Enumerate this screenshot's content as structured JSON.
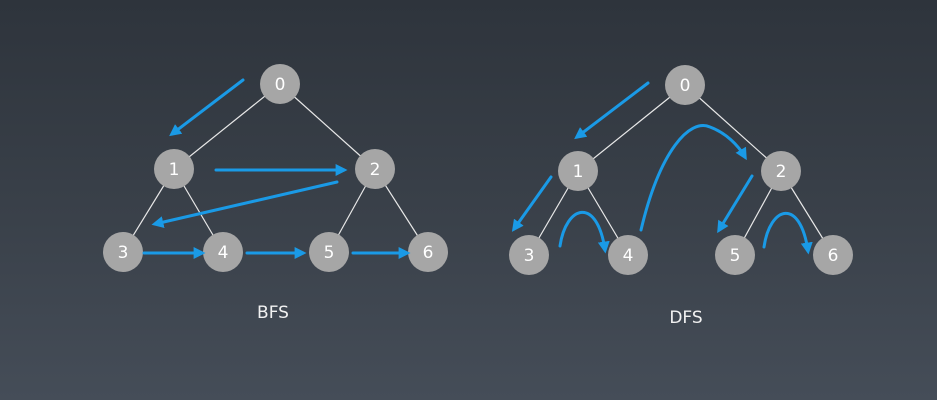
{
  "colors": {
    "node": "#a6a6a6",
    "edge": "#e8e8e8",
    "arrow": "#1a9ae6",
    "caption": "#f2f2f2"
  },
  "bfs": {
    "caption": "BFS",
    "nodes": [
      "0",
      "1",
      "2",
      "3",
      "4",
      "5",
      "6"
    ]
  },
  "dfs": {
    "caption": "DFS",
    "nodes": [
      "0",
      "1",
      "2",
      "3",
      "4",
      "5",
      "6"
    ]
  }
}
